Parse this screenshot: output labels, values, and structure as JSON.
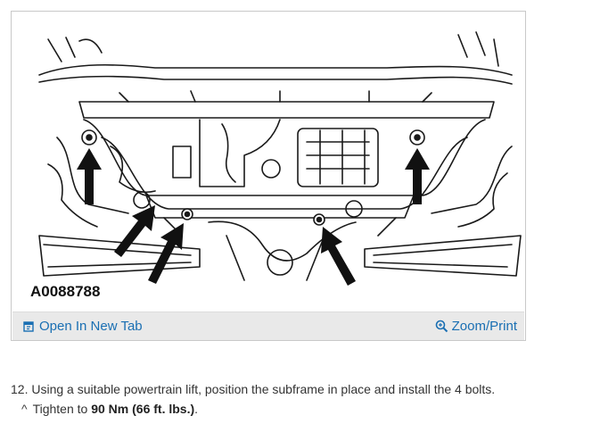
{
  "figure": {
    "diagram_id": "A0088788",
    "open_tab_label": "Open In New Tab",
    "zoom_label": "Zoom/Print"
  },
  "instructions": {
    "step_text": "12. Using a suitable powertrain lift, position the subframe in place and install the 4 bolts.",
    "substep_marker": "^",
    "substep_prefix": "Tighten to ",
    "substep_value": "90 Nm (66 ft. lbs.)",
    "substep_suffix": "."
  },
  "colors": {
    "link": "#1a6fb3",
    "toolbar_bg": "#e9e9e9"
  }
}
